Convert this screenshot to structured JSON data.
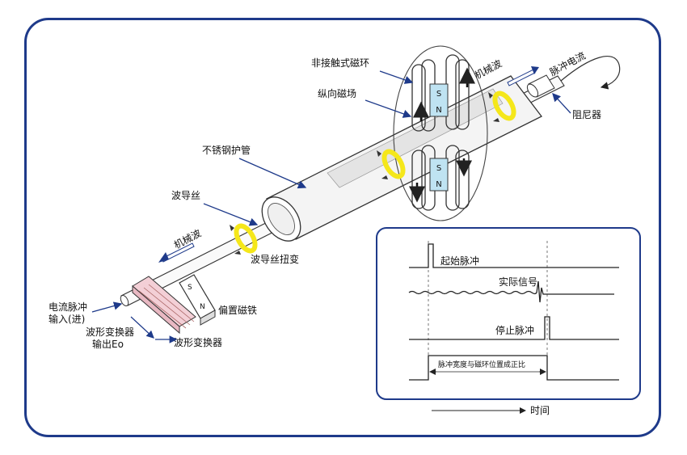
{
  "colors": {
    "frame": "#1e3a8a",
    "arrow": "#1e3a8a",
    "ring": "#f5e71a",
    "magnet": "#bfe3f2",
    "converter": "#f3cfd6"
  },
  "labels": {
    "non_contact_ring": "非接触式磁环",
    "longitudinal_field": "纵向磁场",
    "stainless_tube": "不锈钢护管",
    "waveguide_wire": "波导丝",
    "mech_wave_left": "机械波",
    "mech_wave_right": "机械波",
    "pulse_current": "脉冲电流",
    "damper": "阻尼器",
    "wire_torsion": "波导丝扭变",
    "bias_magnet": "偏置磁铁",
    "current_input_line1": "电流脉冲",
    "current_input_line2": "输入(进)",
    "converter_output_line1": "波形变换器",
    "converter_output_line2": "输出Eo",
    "converter": "波形变换器",
    "magnet_s": "S",
    "magnet_n": "N"
  },
  "timing": {
    "start_pulse": "起始脉冲",
    "actual_signal": "实际信号",
    "stop_pulse": "停止脉冲",
    "width_note": "脉冲宽度与磁环位置成正比",
    "time_axis": "时间"
  }
}
